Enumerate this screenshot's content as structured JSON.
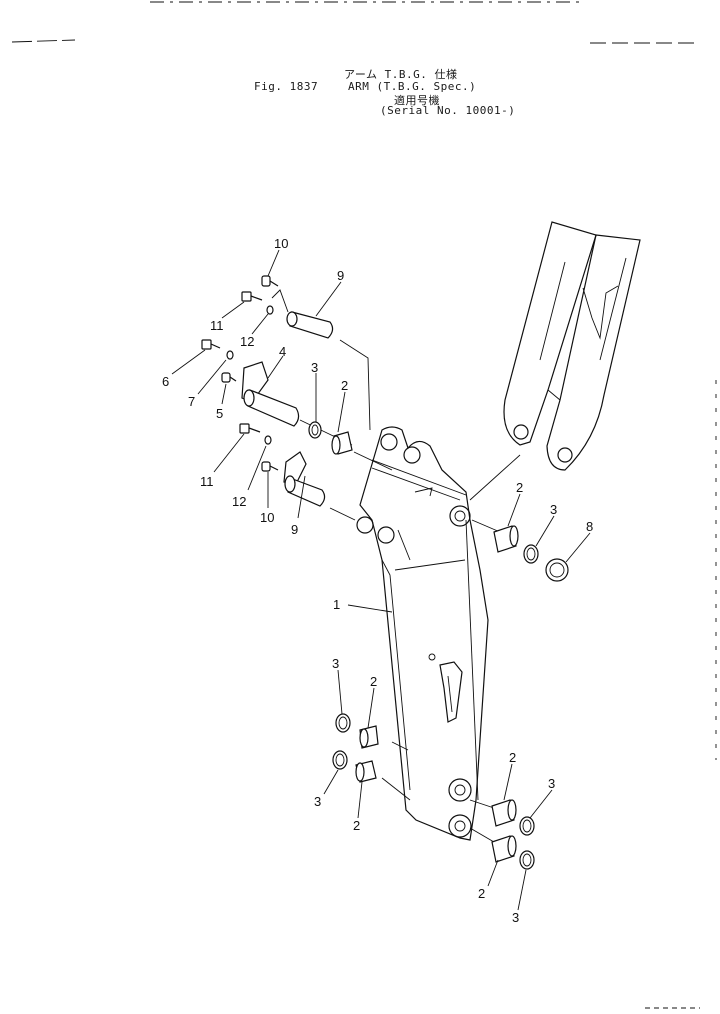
{
  "header": {
    "title_jp": "アーム T.B.G. 仕様",
    "fig_label": "Fig. 1837",
    "title_en": "ARM (T.B.G. Spec.)",
    "serial_jp": "適用号機",
    "serial_en": "(Serial No. 10001-)"
  },
  "callouts": [
    {
      "id": "c10a",
      "label": "10"
    },
    {
      "id": "c9a",
      "label": "9"
    },
    {
      "id": "c11a",
      "label": "11"
    },
    {
      "id": "c12a",
      "label": "12"
    },
    {
      "id": "c4",
      "label": "4"
    },
    {
      "id": "c3a",
      "label": "3"
    },
    {
      "id": "c2a",
      "label": "2"
    },
    {
      "id": "c6",
      "label": "6"
    },
    {
      "id": "c7",
      "label": "7"
    },
    {
      "id": "c5",
      "label": "5"
    },
    {
      "id": "c11b",
      "label": "11"
    },
    {
      "id": "c12b",
      "label": "12"
    },
    {
      "id": "c10b",
      "label": "10"
    },
    {
      "id": "c9b",
      "label": "9"
    },
    {
      "id": "c2b",
      "label": "2"
    },
    {
      "id": "c3b",
      "label": "3"
    },
    {
      "id": "c8",
      "label": "8"
    },
    {
      "id": "c1",
      "label": "1"
    },
    {
      "id": "c3c",
      "label": "3"
    },
    {
      "id": "c2c",
      "label": "2"
    },
    {
      "id": "c3d",
      "label": "3"
    },
    {
      "id": "c2d",
      "label": "2"
    },
    {
      "id": "c2e",
      "label": "2"
    },
    {
      "id": "c3e",
      "label": "3"
    },
    {
      "id": "c2f",
      "label": "2"
    },
    {
      "id": "c3f",
      "label": "3"
    }
  ]
}
